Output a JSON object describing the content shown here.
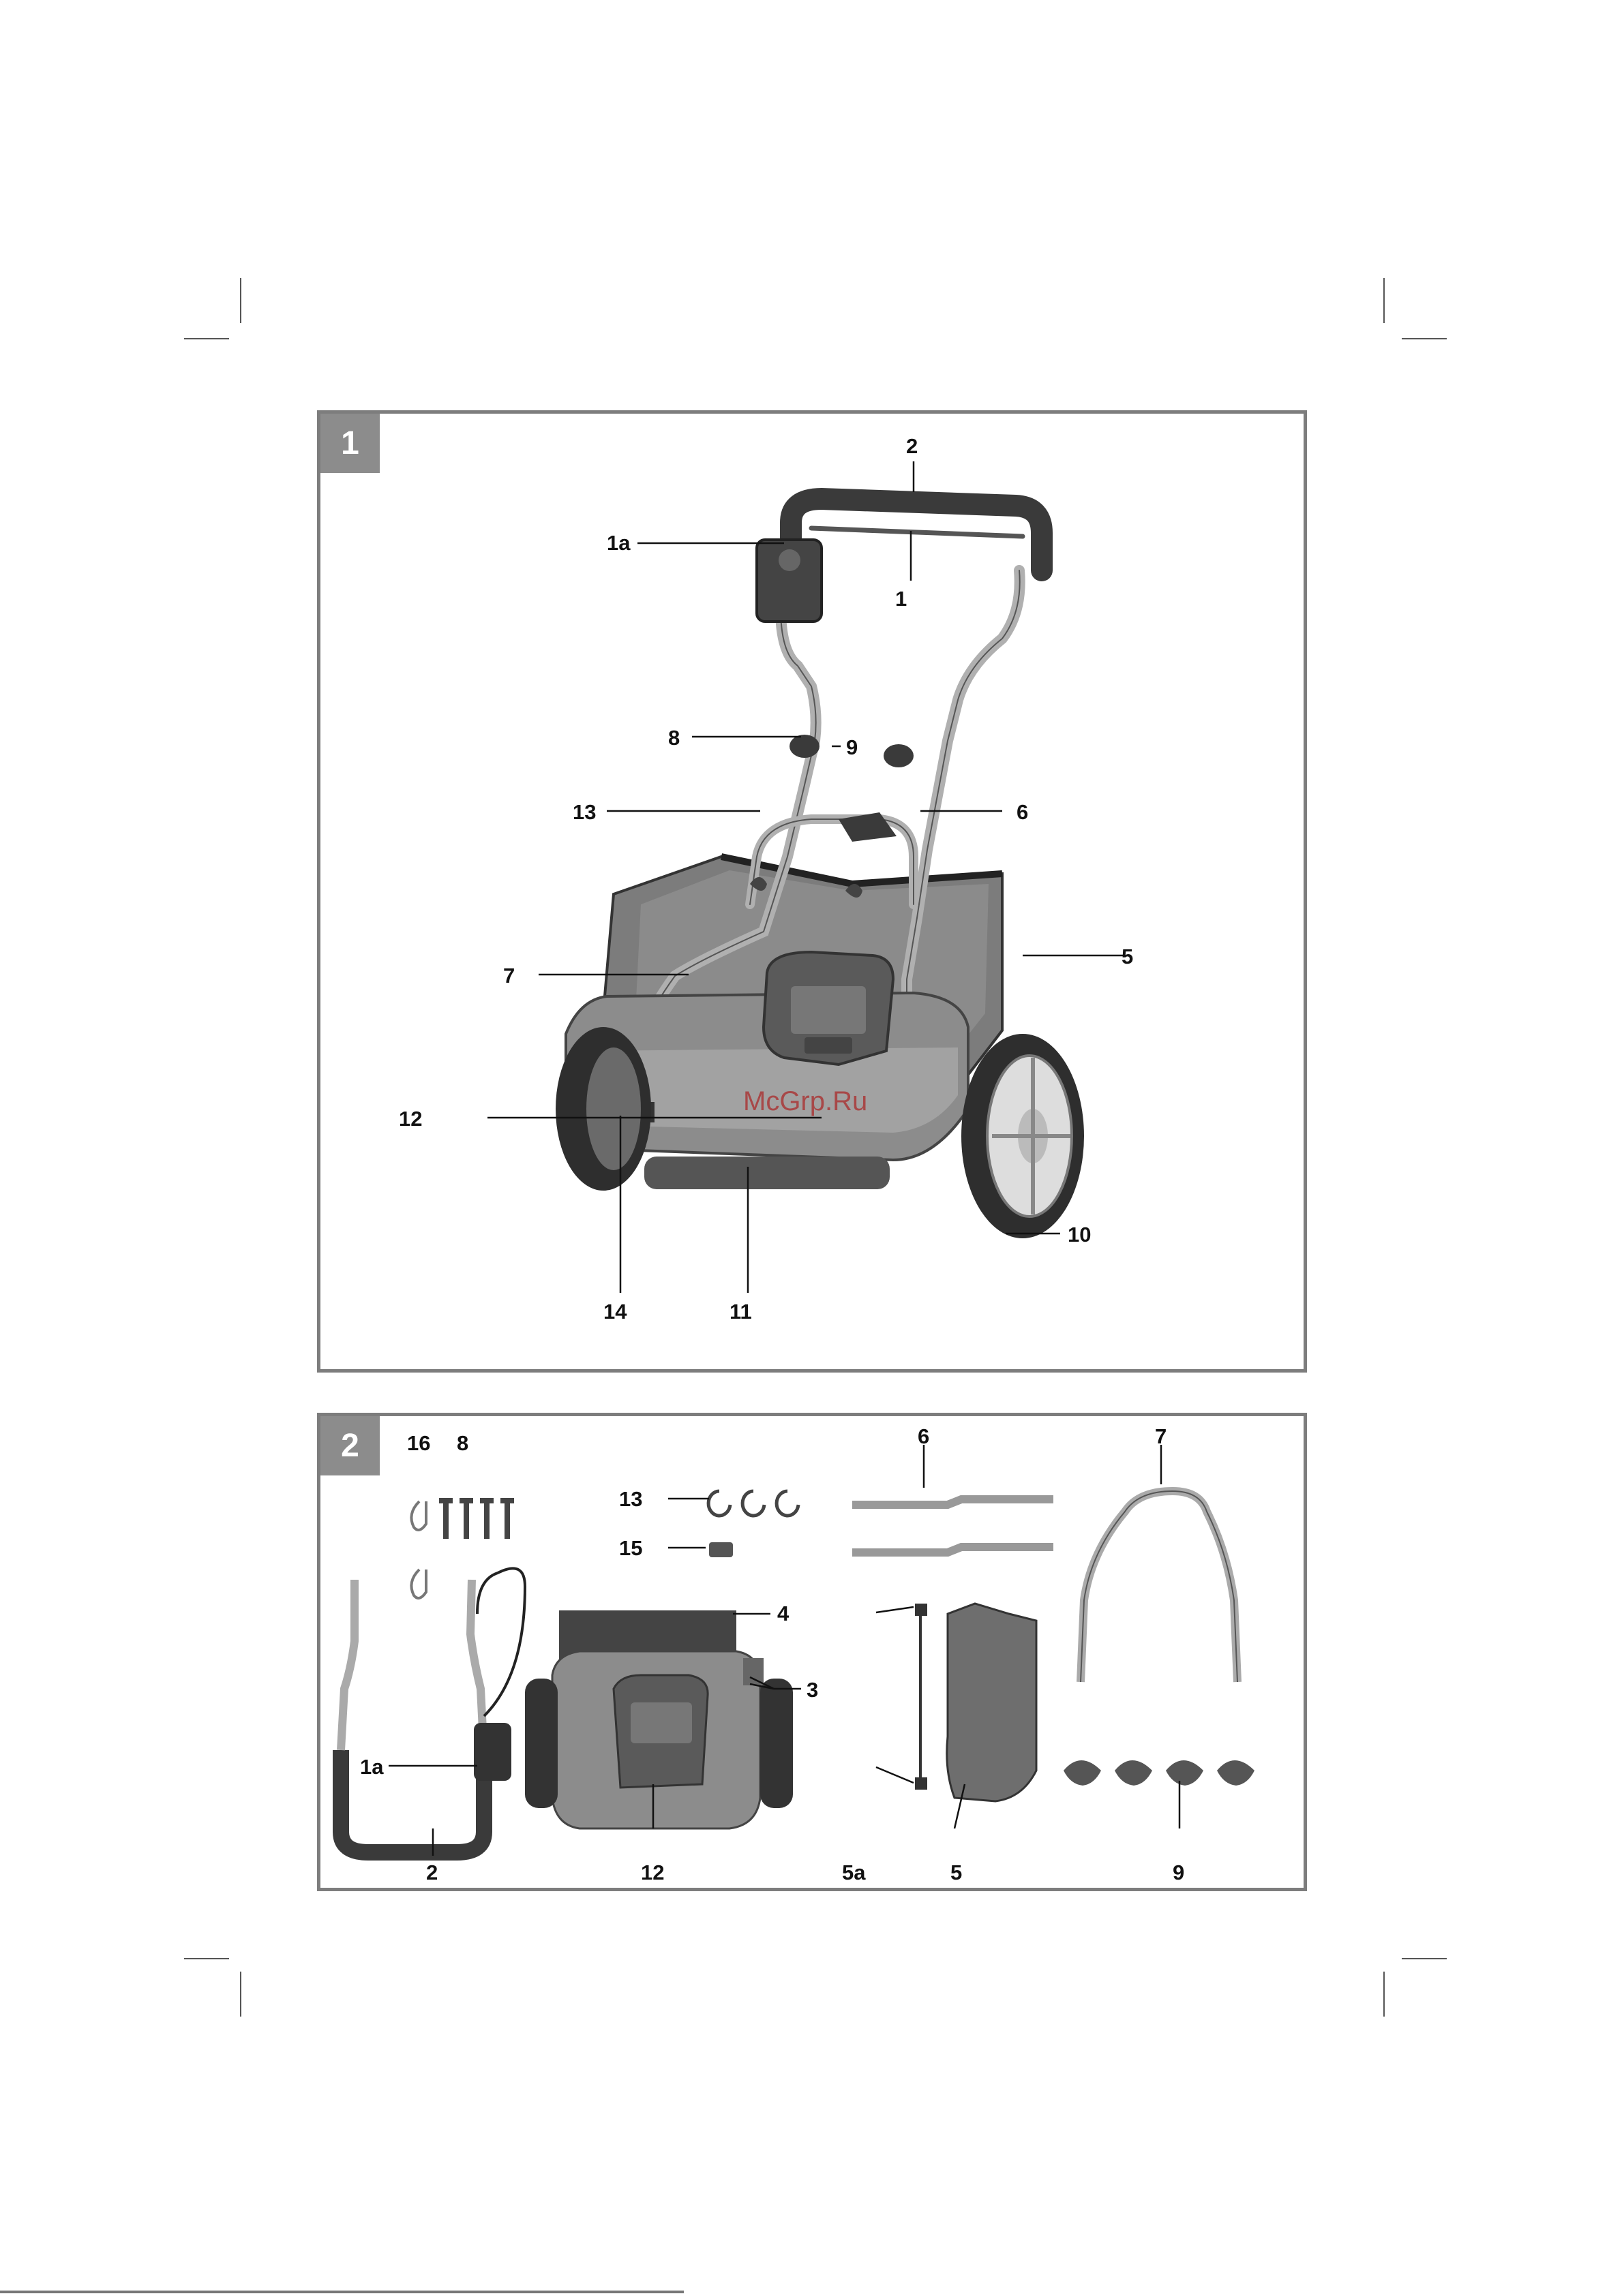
{
  "figure1": {
    "number": "1",
    "watermark": "McGrp.Ru",
    "callouts": [
      "2",
      "1a",
      "1",
      "8",
      "9",
      "13",
      "6",
      "5",
      "7",
      "12",
      "10",
      "14",
      "11"
    ]
  },
  "figure2": {
    "number": "2",
    "callouts": [
      "16",
      "8",
      "13",
      "15",
      "6",
      "7",
      "4",
      "3",
      "1a",
      "2",
      "12",
      "5a",
      "5",
      "9"
    ]
  }
}
